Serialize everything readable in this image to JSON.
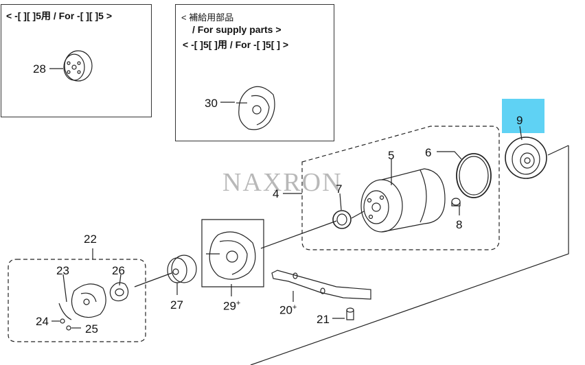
{
  "box_top_left": {
    "label": "< -[ ][ ]5用 / For -[ ][ ]5 >",
    "part": "28"
  },
  "box_top_center": {
    "label_jp": "< 補給用部品",
    "label_en": "/ For supply parts >",
    "label_model": "< -[ ]5[ ]用 / For -[ ]5[ ] >",
    "part": "30"
  },
  "watermark": "NAXRON",
  "highlight_color": "#5fd2f4",
  "parts": {
    "p4": "4",
    "p5": "5",
    "p6": "6",
    "p7": "7",
    "p8": "8",
    "p9": "9",
    "p20": "20",
    "p21": "21",
    "p22": "22",
    "p23": "23",
    "p24": "24",
    "p25": "25",
    "p26": "26",
    "p27": "27",
    "p29": "29",
    "plus": "+"
  }
}
